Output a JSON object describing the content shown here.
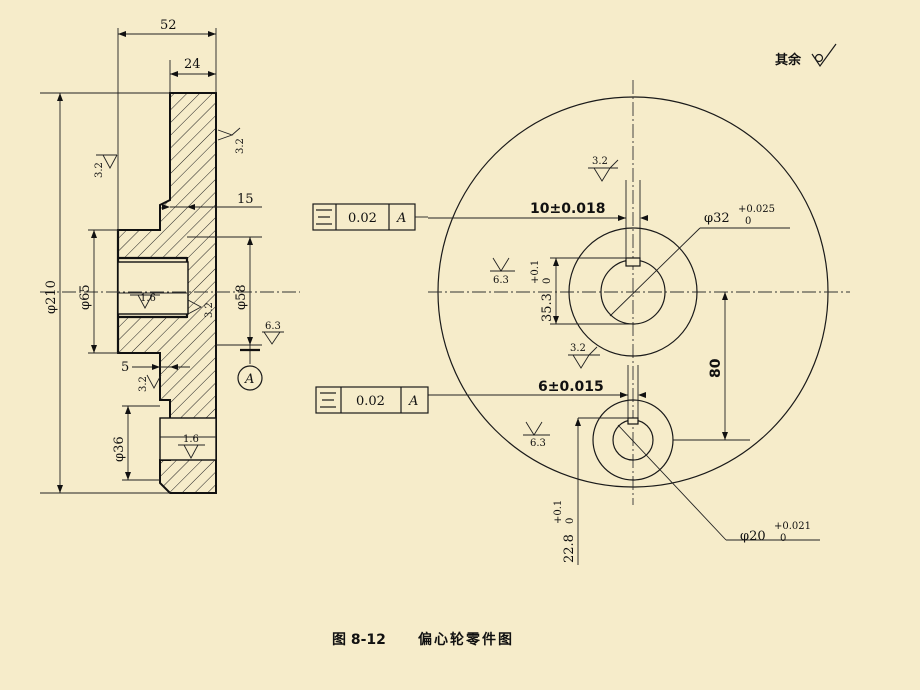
{
  "figure": {
    "caption_number": "图 8-12",
    "caption_title": "偏心轮零件图",
    "general_roughness_label": "其余"
  },
  "side_view": {
    "dim_overall_width": "52",
    "dim_hub_width": "24",
    "dim_outer_dia": "φ210",
    "dim_hub_dia": "φ65",
    "dim_bore_dia": "φ58",
    "dim_groove_dia": "φ36",
    "dim_step": "15",
    "dim_small_step": "5",
    "datum_label": "A",
    "roughness_values": [
      "3.2",
      "3.2",
      "1.6",
      "3.2",
      "6.3",
      "3.2",
      "1.6"
    ]
  },
  "front_view": {
    "tolerance_frames": [
      {
        "symbol": "symmetry",
        "value": "0.02",
        "datum": "A"
      },
      {
        "symbol": "symmetry",
        "value": "0.02",
        "datum": "A"
      }
    ],
    "dim_keyway_upper": "10±0.018",
    "dim_keyway_lower": "6±0.015",
    "dim_bore_upper": "φ32",
    "dim_bore_upper_tol_plus": "+0.025",
    "dim_bore_upper_tol_minus": "0",
    "dim_bore_lower": "φ20",
    "dim_bore_lower_tol_plus": "+0.021",
    "dim_bore_lower_tol_minus": "0",
    "dim_key_depth_upper": "35.3",
    "dim_key_depth_upper_tol": "+0.1",
    "dim_key_depth_upper_tol_minus": "0",
    "dim_key_depth_lower": "22.8",
    "dim_key_depth_lower_tol": "+0.1",
    "dim_key_depth_lower_tol_minus": "0",
    "dim_eccentric": "80",
    "roughness_values": [
      "3.2",
      "6.3",
      "3.2",
      "6.3"
    ]
  }
}
